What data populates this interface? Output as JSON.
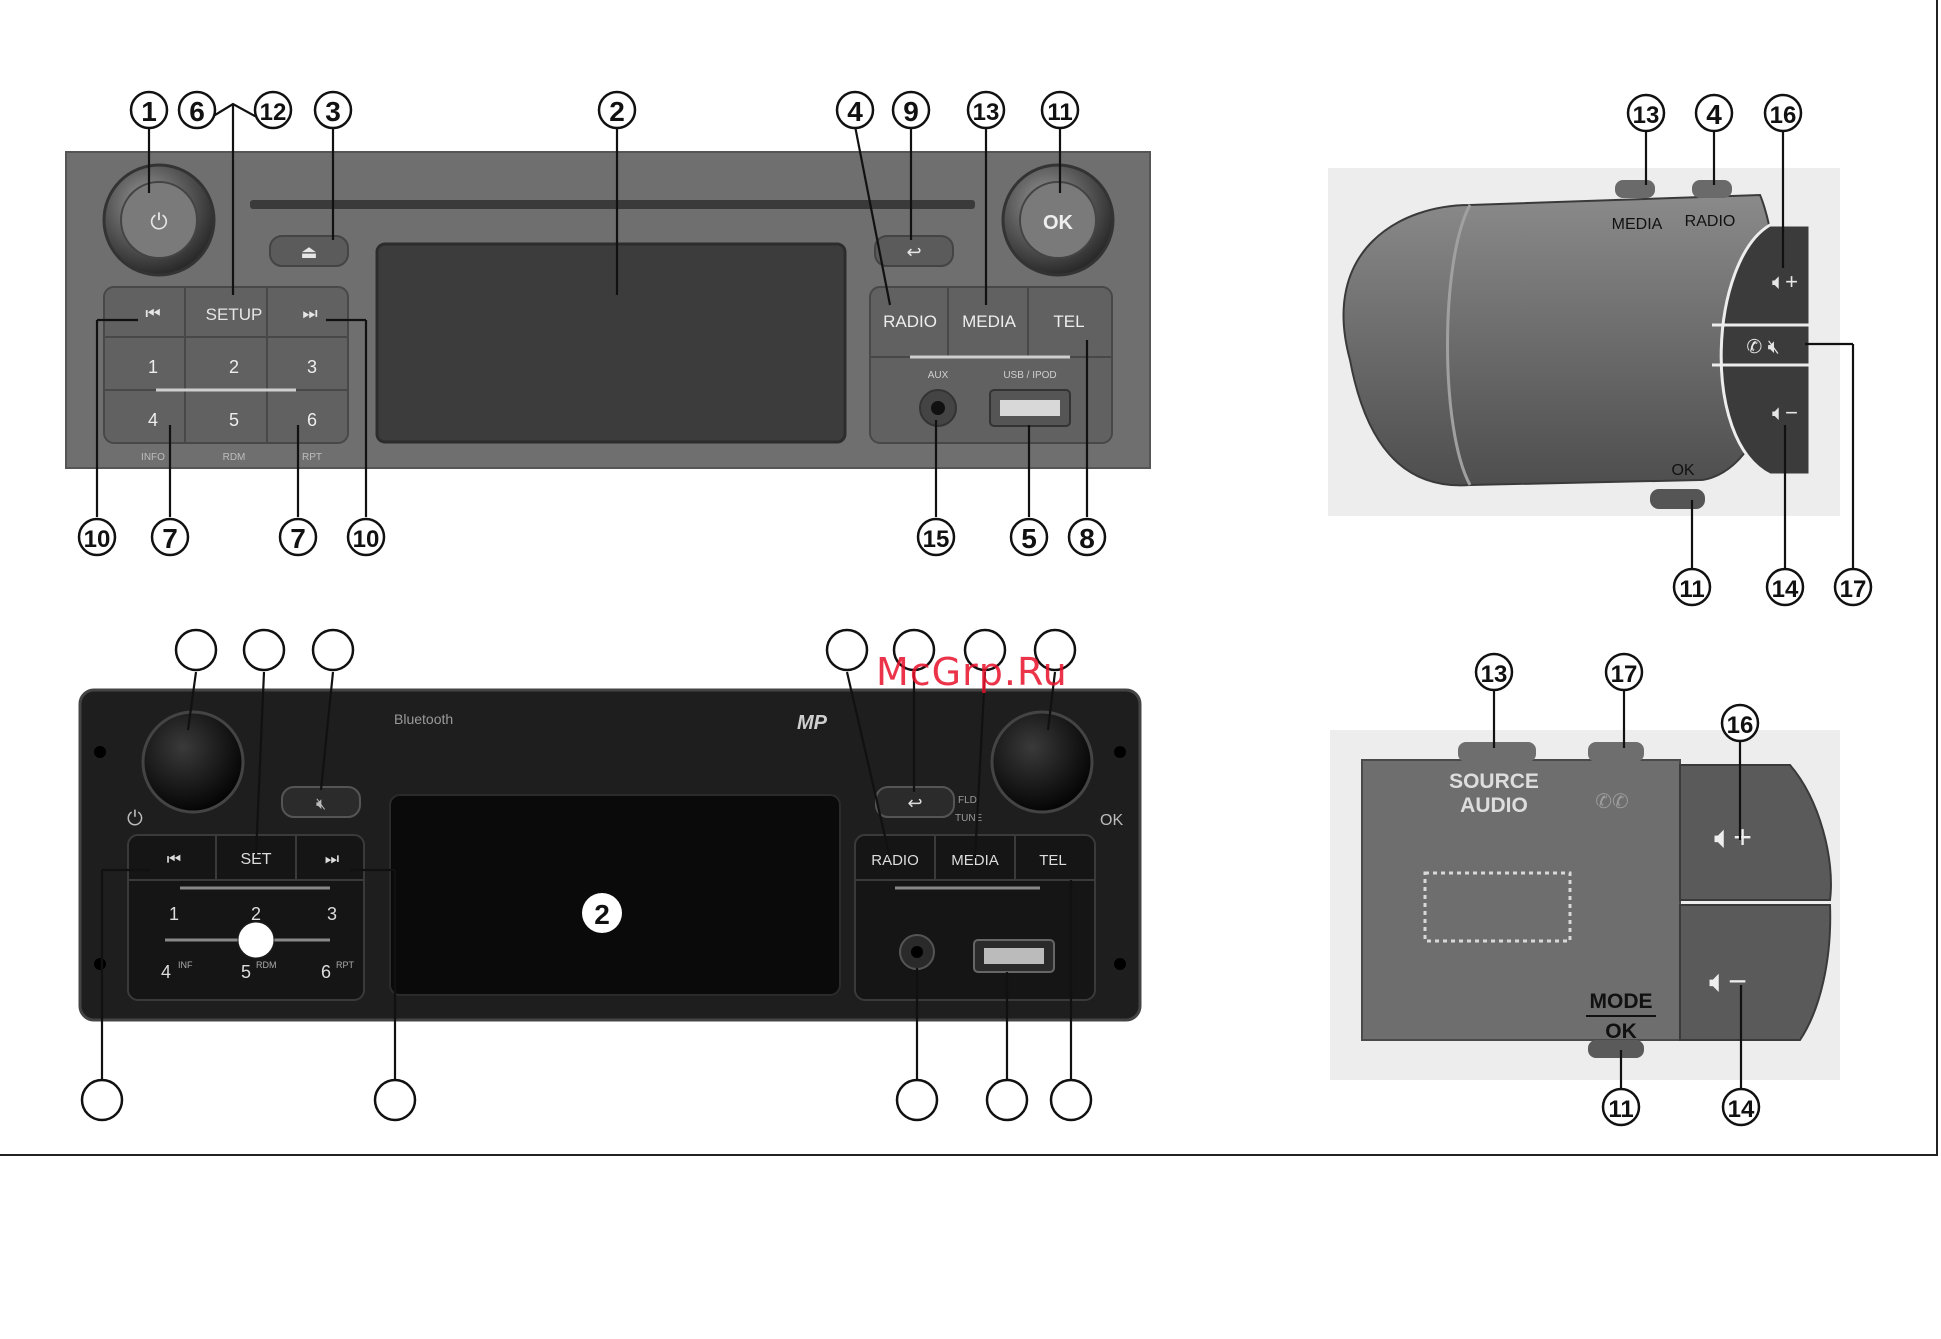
{
  "watermark": "McGrp.Ru",
  "colors": {
    "panel_gray": "#6e6e6e",
    "panel_dark": "#1f1f1f",
    "button_gray": "#5d5d5d",
    "callout": "#111111"
  },
  "top_radio": {
    "buttons": {
      "setup": "SETUP",
      "radio": "RADIO",
      "media": "MEDIA",
      "tel": "TEL",
      "ok": "OK",
      "presets": [
        "1",
        "2",
        "3",
        "4",
        "5",
        "6"
      ],
      "aux": "AUX",
      "usb": "USB / IPOD",
      "sub_info": "INFO",
      "sub_rdm": "RDM",
      "sub_rpt": "RPT"
    },
    "callouts_top": [
      "1",
      "6",
      "12",
      "3",
      "2",
      "4",
      "9",
      "13",
      "11"
    ],
    "callouts_bottom": [
      "10",
      "7",
      "7",
      "10",
      "15",
      "5",
      "8"
    ]
  },
  "bottom_radio": {
    "bluetooth": "Bluetooth",
    "mp_label": "MP",
    "buttons": {
      "set": "SET",
      "radio": "RADIO",
      "media": "MEDIA",
      "tel": "TEL",
      "ok": "OK",
      "fld": "FLD",
      "tune": "TUNE",
      "presets": [
        "1",
        "2",
        "3",
        "4",
        "5",
        "6"
      ],
      "sup_inf": "INF",
      "sup_rdm": "RDM",
      "sup_rpt": "RPT"
    },
    "center_callout": "2"
  },
  "stalk_top": {
    "label_media": "MEDIA",
    "label_radio": "RADIO",
    "label_ok": "OK",
    "callouts": [
      "13",
      "4",
      "16",
      "17",
      "11",
      "14",
      "17"
    ]
  },
  "stalk_bottom": {
    "source": "SOURCE",
    "audio": "AUDIO",
    "mode": "MODE",
    "ok": "OK",
    "callouts": [
      "13",
      "17",
      "16",
      "11",
      "14"
    ]
  }
}
